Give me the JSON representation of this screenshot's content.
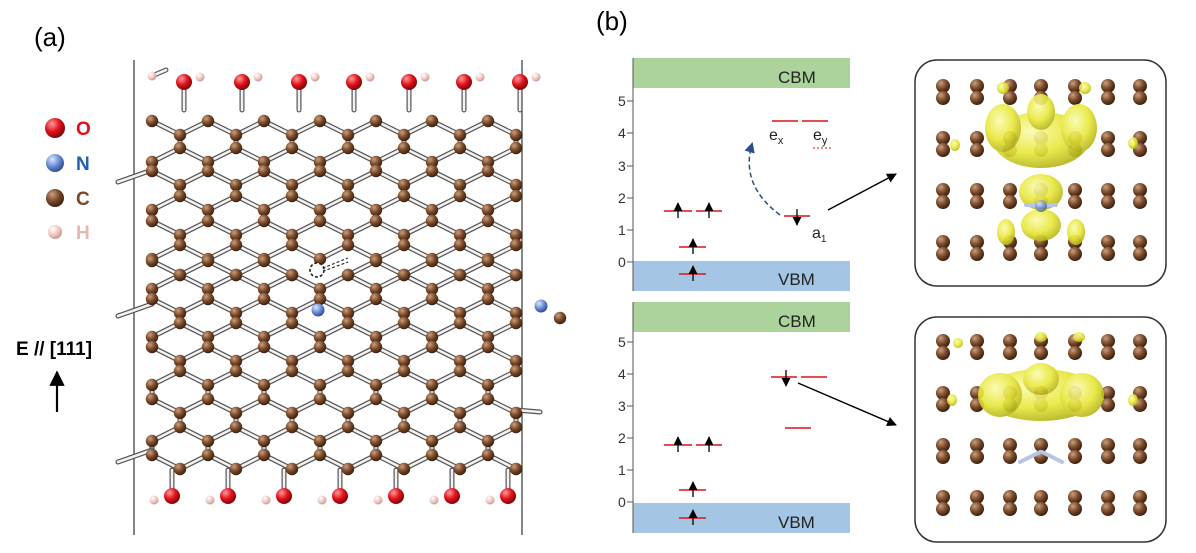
{
  "panel_a": {
    "label": "(a)",
    "legend": [
      {
        "symbol": "O",
        "color": "#e0111a"
      },
      {
        "symbol": "N",
        "color": "#6d8fd6"
      },
      {
        "symbol": "C",
        "color": "#7a4a2a"
      },
      {
        "symbol": "H",
        "color": "#f0c8c0"
      }
    ],
    "field": {
      "text": "E // [111]"
    }
  },
  "panel_b": {
    "label": "(b)",
    "diagrams": [
      {
        "name": "upper",
        "y_ticks": [
          "5",
          "4",
          "3",
          "2",
          "1",
          "0"
        ],
        "cbm": "CBM",
        "vbm": "VBM",
        "level_labels": {
          "ex_e": "e",
          "ex_sub": "x",
          "ey_e": "e",
          "ey_sub": "y",
          "a_letter": "a",
          "a_sub": "1"
        }
      },
      {
        "name": "lower",
        "y_ticks": [
          "5",
          "4",
          "3",
          "2",
          "1",
          "0"
        ],
        "cbm": "CBM",
        "vbm": "VBM"
      }
    ]
  },
  "colors": {
    "level": "#e0111a",
    "cbm_band": "#8fc47a",
    "vbm_band": "#8fb6df",
    "density": "#ecec3a",
    "carbon": "#7a4a2a",
    "oxygen": "#e0111a",
    "nitrogen": "#6d8fd6",
    "hydrogen": "#f0c8c0"
  }
}
